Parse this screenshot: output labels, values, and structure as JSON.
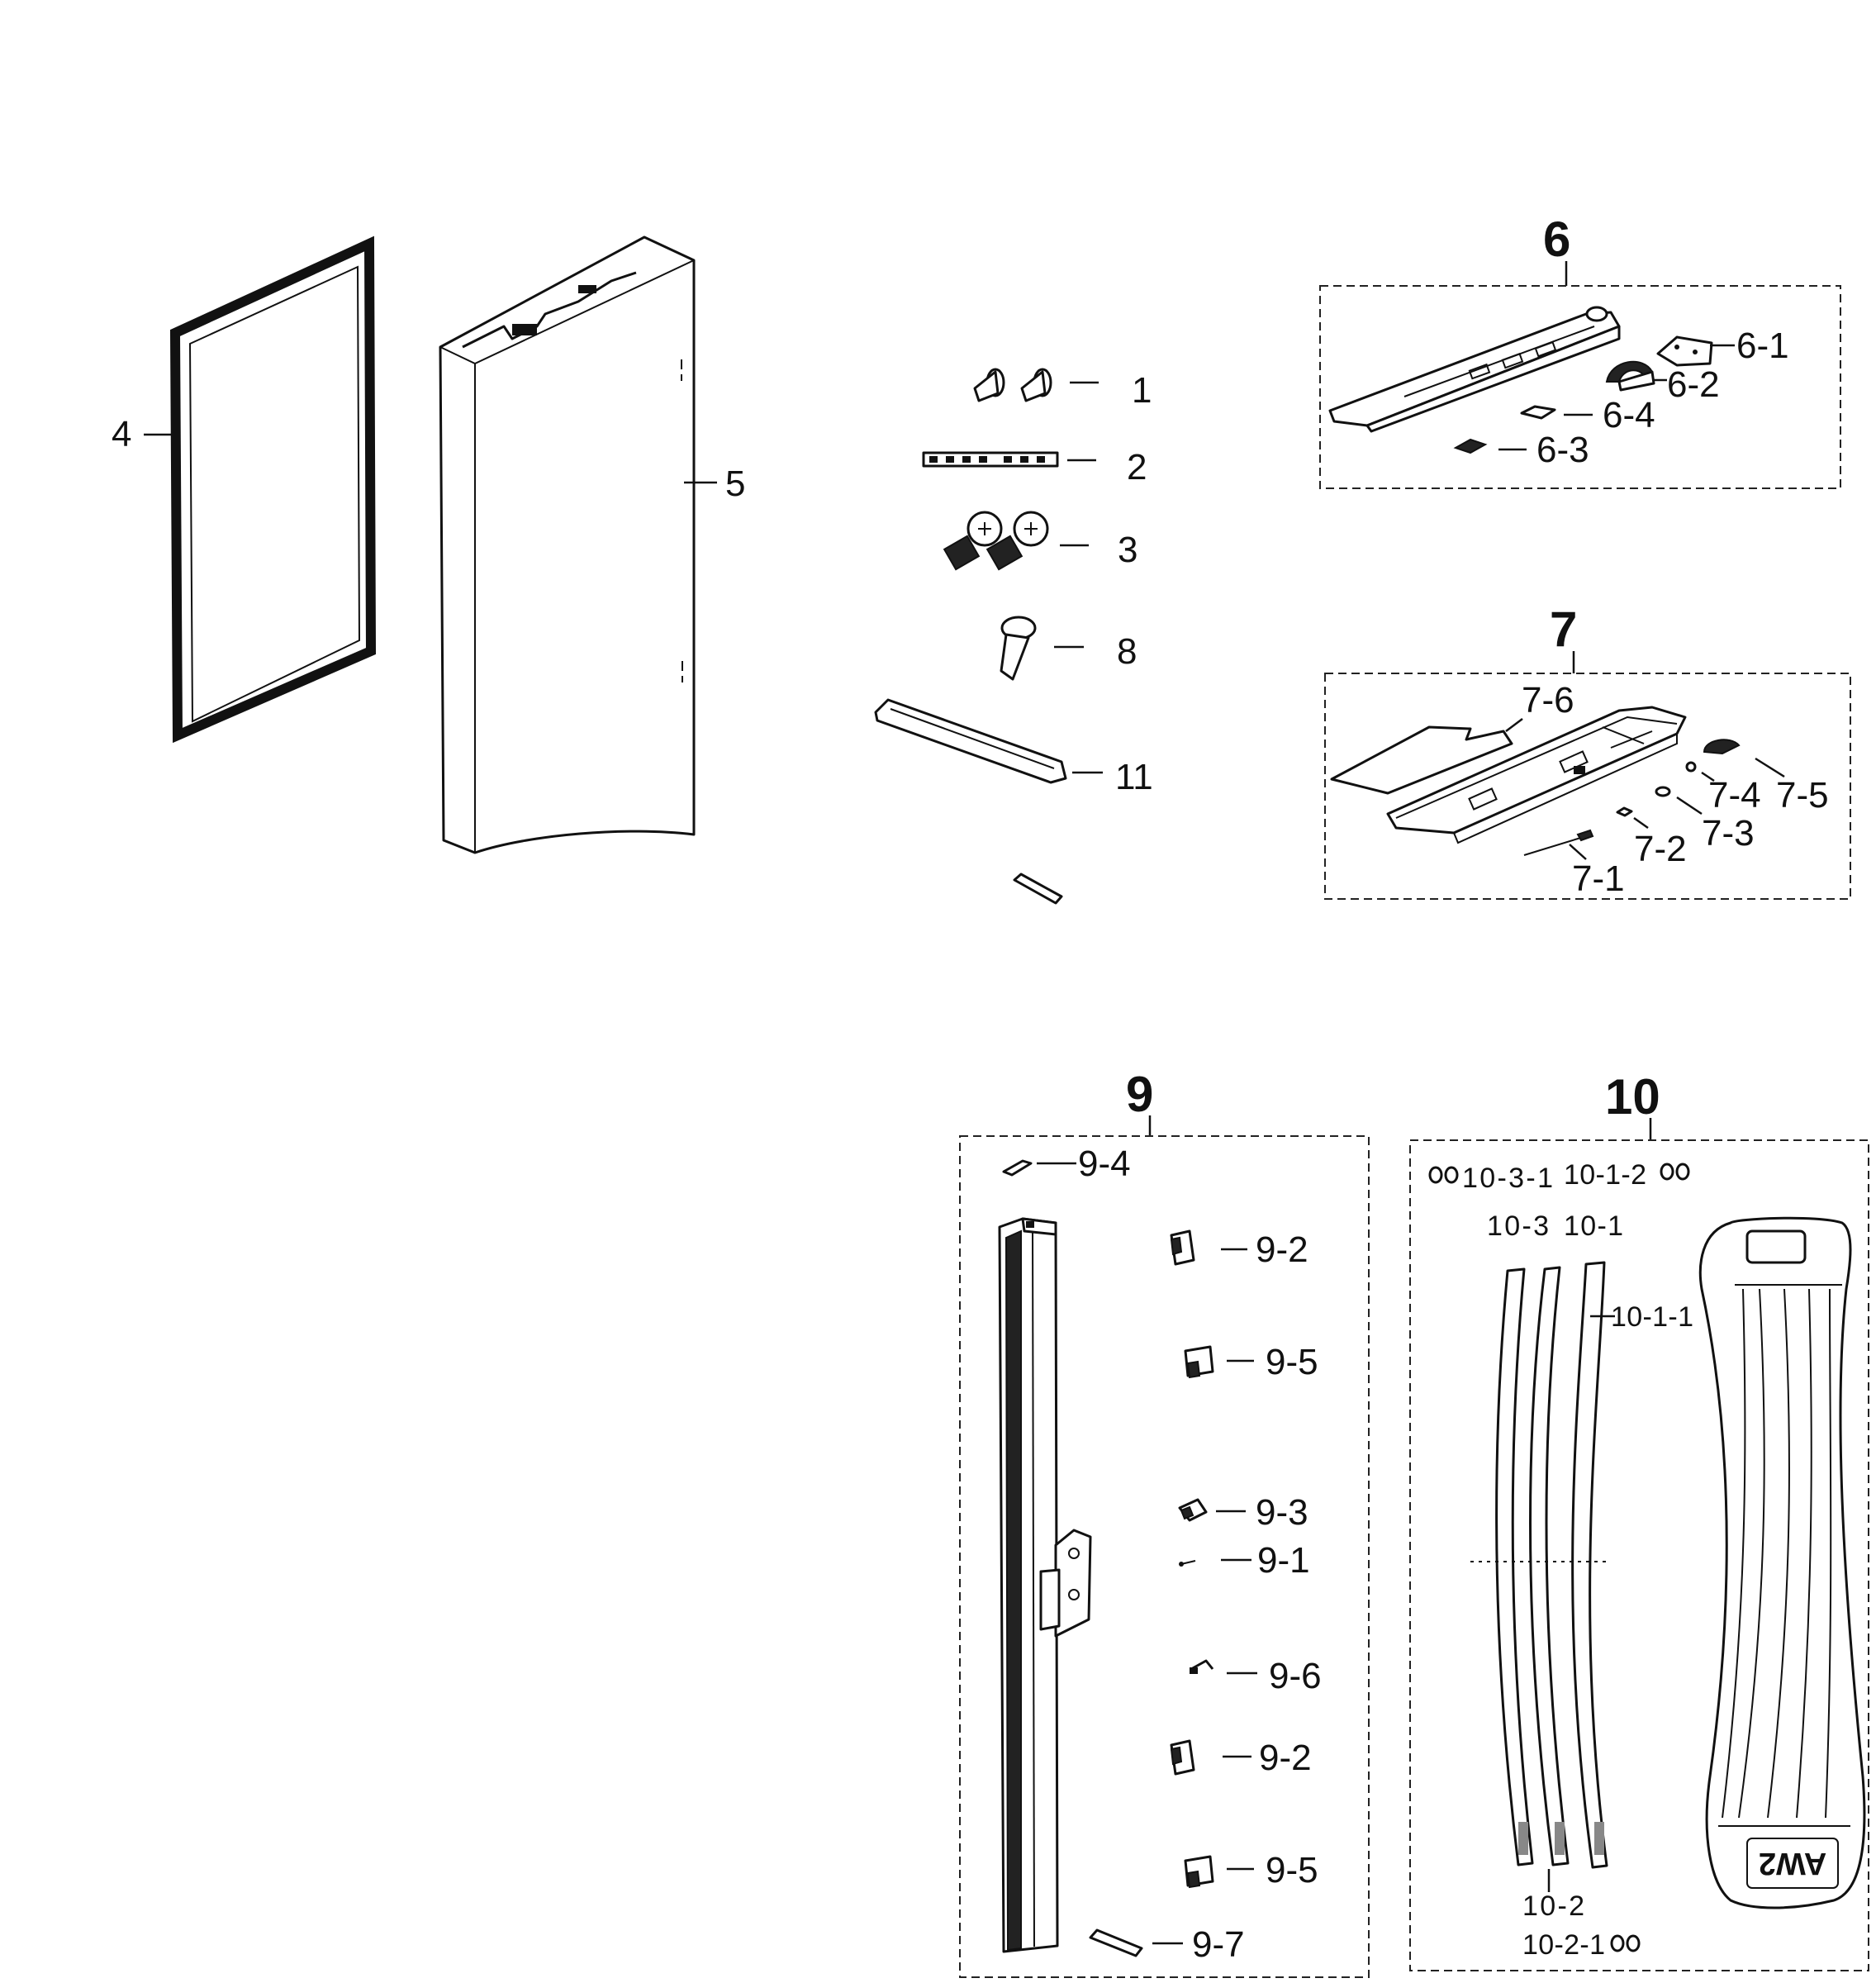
{
  "callouts": {
    "c1": "1",
    "c2": "2",
    "c3": "3",
    "c4": "4",
    "c5": "5",
    "c8": "8",
    "c11": "11",
    "c6": "6",
    "c6_1": "6-1",
    "c6_2": "6-2",
    "c6_3": "6-3",
    "c6_4": "6-4",
    "c7": "7",
    "c7_1": "7-1",
    "c7_2": "7-2",
    "c7_3": "7-3",
    "c7_4": "7-4",
    "c7_5": "7-5",
    "c7_6": "7-6",
    "c9": "9",
    "c9_1": "9-1",
    "c9_2a": "9-2",
    "c9_2b": "9-2",
    "c9_3": "9-3",
    "c9_4": "9-4",
    "c9_5a": "9-5",
    "c9_5b": "9-5",
    "c9_6": "9-6",
    "c9_7": "9-7",
    "c10": "10",
    "c10_1": "10-1",
    "c10_1_1": "10-1-1",
    "c10_1_2": "10-1-2",
    "c10_2": "10-2",
    "c10_2_1": "10-2-1",
    "c10_3": "10-3",
    "c10_3_1": "10-3-1"
  },
  "tray_marking": "AW2"
}
